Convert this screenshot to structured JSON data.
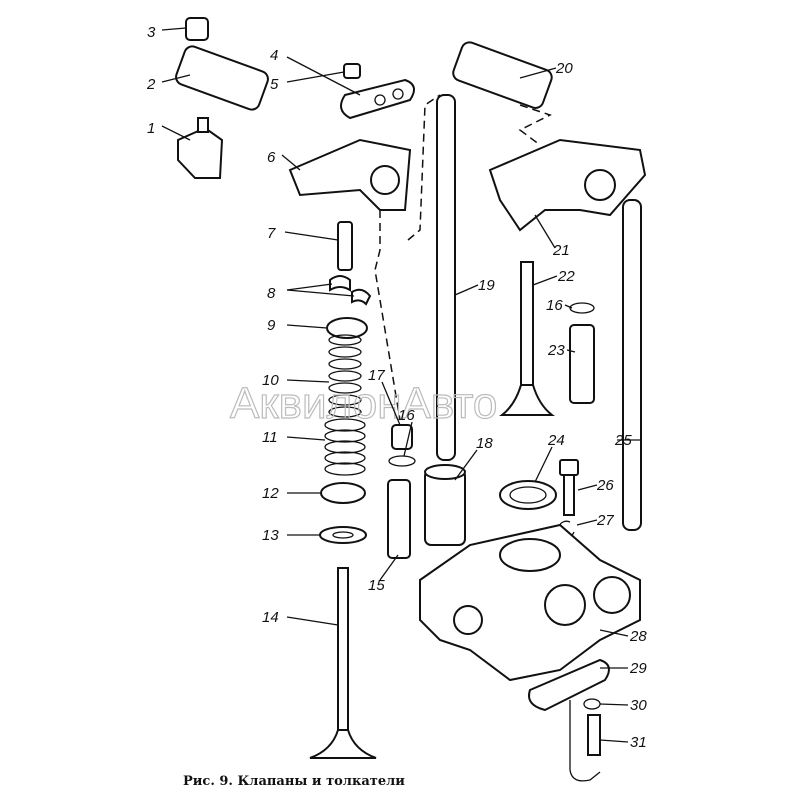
{
  "caption": "Рис. 9. Клапаны и толкатели",
  "watermark": "АквилонАвто",
  "labels": [
    "1",
    "2",
    "3",
    "4",
    "5",
    "6",
    "7",
    "8",
    "9",
    "10",
    "11",
    "12",
    "13",
    "14",
    "15",
    "16",
    "16",
    "17",
    "18",
    "19",
    "20",
    "21",
    "22",
    "23",
    "24",
    "25",
    "26",
    "27",
    "28",
    "29",
    "30",
    "31"
  ]
}
